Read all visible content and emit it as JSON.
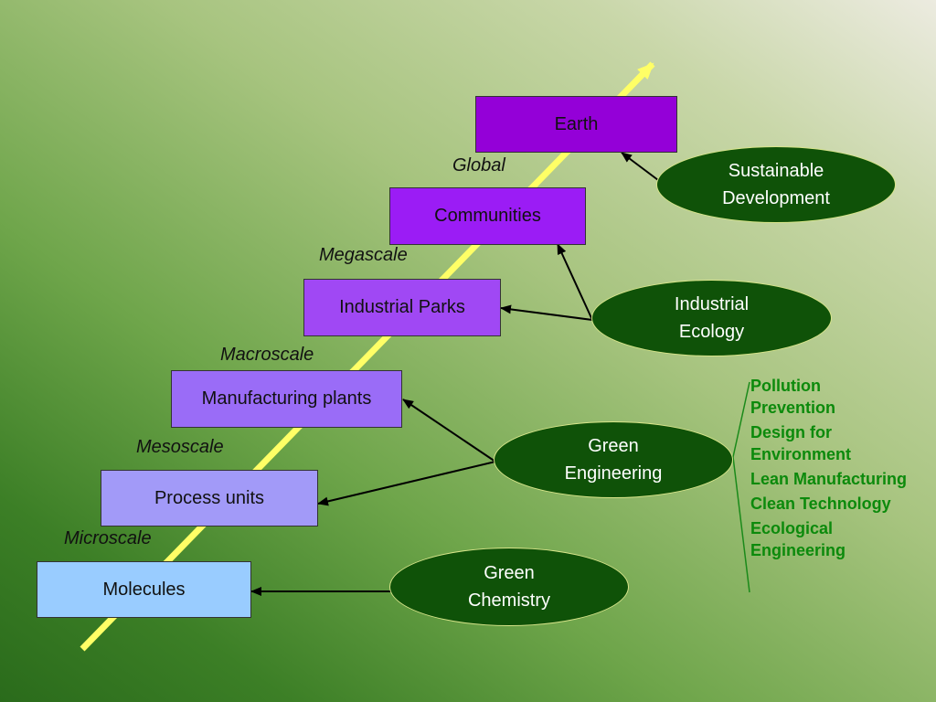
{
  "boxes": {
    "earth": "Earth",
    "communities": "Communities",
    "industrial_parks": "Industrial Parks",
    "manufacturing_plants": "Manufacturing plants",
    "process_units": "Process units",
    "molecules": "Molecules"
  },
  "scales": {
    "global": "Global",
    "megascale": "Megascale",
    "macroscale": "Macroscale",
    "mesoscale": "Mesoscale",
    "microscale": "Microscale"
  },
  "ellipses": {
    "sustainable": [
      "Sustainable",
      "Development"
    ],
    "industrial_ecology": [
      "Industrial",
      "Ecology"
    ],
    "green_engineering": [
      "Green",
      "Engineering"
    ],
    "green_chemistry": [
      "Green",
      "Chemistry"
    ]
  },
  "practices": [
    "Pollution Prevention",
    "Design for Environment",
    "Lean Manufacturing",
    "Clean Technology",
    "Ecological Engineering"
  ],
  "colors": {
    "earth": "#9400d8",
    "communities": "#9b1cf5",
    "industrial_parks": "#a048f4",
    "manufacturing_plants": "#9a6cf7",
    "process_units": "#a29af8",
    "molecules": "#99ccff",
    "scale_arrow": "#ffff66",
    "ellipse_fill": "#0f5208",
    "practice_text": "#0c8a0c"
  }
}
